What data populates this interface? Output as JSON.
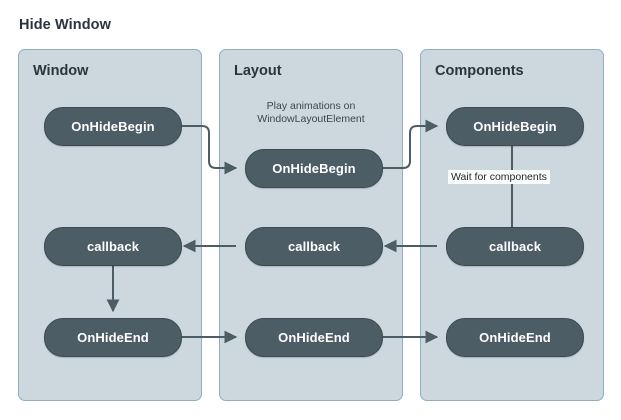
{
  "title": "Hide Window",
  "diagram": {
    "type": "swimlane-sequence",
    "lanes": [
      {
        "id": "window",
        "title": "Window",
        "nodes": [
          {
            "id": "win-onhidebegin",
            "label": "OnHideBegin"
          },
          {
            "id": "win-callback",
            "label": "callback"
          },
          {
            "id": "win-onhideend",
            "label": "OnHideEnd"
          }
        ]
      },
      {
        "id": "layout",
        "title": "Layout",
        "note": "Play animations on\nWindowLayoutElement",
        "nodes": [
          {
            "id": "lay-onhidebegin",
            "label": "OnHideBegin"
          },
          {
            "id": "lay-callback",
            "label": "callback"
          },
          {
            "id": "lay-onhideend",
            "label": "OnHideEnd"
          }
        ]
      },
      {
        "id": "components",
        "title": "Components",
        "nodes": [
          {
            "id": "cmp-onhidebegin",
            "label": "OnHideBegin"
          },
          {
            "id": "cmp-callback",
            "label": "callback"
          },
          {
            "id": "cmp-onhideend",
            "label": "OnHideEnd"
          }
        ]
      }
    ],
    "edge_labels": [
      {
        "id": "wait-for-components",
        "text": "Wait for components"
      }
    ],
    "colors": {
      "lane_background": "#ccd8de",
      "lane_border": "#8fafbf",
      "node_fill": "#4c5d66",
      "node_border": "#3c4b53",
      "node_text": "#ffffff",
      "edge": "#4c5d66",
      "title_text": "#2b333b",
      "page_background": "#ffffff"
    }
  }
}
